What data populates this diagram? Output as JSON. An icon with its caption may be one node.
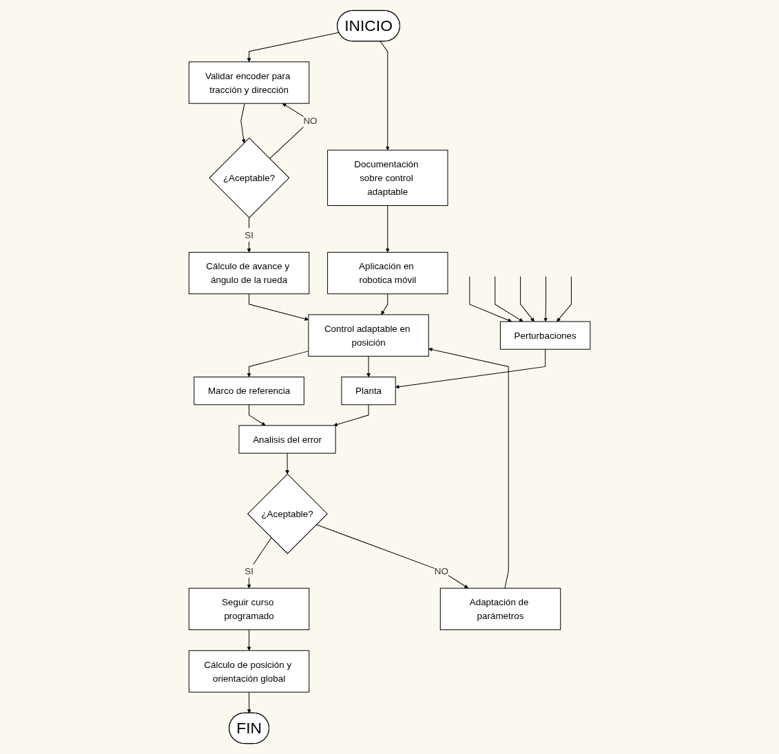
{
  "diagram": {
    "nodes": [
      {
        "text": [
          "INICIO"
        ]
      },
      {
        "text": [
          "Validar encoder para tracción y dirección"
        ]
      },
      {
        "text": [
          "Documentación sobre control adaptable"
        ]
      },
      {
        "text": [
          "¿Aceptable?"
        ]
      },
      {
        "text": [
          "Cálculo de avance y ángulo de la rueda"
        ]
      },
      {
        "text": [
          "Aplicación en robotica móvil"
        ]
      },
      {
        "text": [
          "Perturbaciones"
        ]
      },
      {
        "text": [
          "Control adaptable en posición"
        ]
      },
      {
        "text": [
          "Marco de referencia"
        ]
      },
      {
        "text": [
          "Planta"
        ]
      },
      {
        "text": [
          "Adaptación de parámetros"
        ]
      },
      {
        "text": [
          "Analisis del error"
        ]
      },
      {
        "text": [
          "¿Aceptable?"
        ]
      },
      {
        "text": [
          "Seguir curso programado"
        ]
      },
      {
        "text": [
          "Cálculo de posición y orientación global"
        ]
      },
      {
        "text": [
          "FIN"
        ]
      }
    ],
    "edges": [
      {
        "from": 0,
        "to": 1,
        "arrow": "to"
      },
      {
        "from": 0,
        "to": 2,
        "arrow": "to"
      },
      {
        "from": 1,
        "to": 3,
        "arrow": "to"
      },
      {
        "from": 3,
        "to": 1,
        "arrow": "to",
        "label": "NO"
      },
      {
        "from": 3,
        "to": 4,
        "arrow": "to",
        "label": "SI"
      },
      {
        "from": 2,
        "to": 5,
        "arrow": "to"
      },
      {
        "from": 4,
        "to": 7,
        "arrow": "to"
      },
      {
        "from": 5,
        "to": 7,
        "arrow": "to"
      },
      {
        "from": 7,
        "to": 8,
        "arrow": "to"
      },
      {
        "from": 7,
        "to": 9,
        "arrow": "to"
      },
      {
        "from": null,
        "to": 6,
        "arrow": "to"
      },
      {
        "from": null,
        "to": 6,
        "arrow": "to"
      },
      {
        "from": null,
        "to": 6,
        "arrow": "to"
      },
      {
        "from": null,
        "to": 6,
        "arrow": "to"
      },
      {
        "from": null,
        "to": 6,
        "arrow": "to"
      },
      {
        "from": 6,
        "to": 9,
        "arrow": "to"
      },
      {
        "from": 8,
        "to": 11,
        "arrow": "to"
      },
      {
        "from": 9,
        "to": 11,
        "arrow": "to"
      },
      {
        "from": 11,
        "to": 12,
        "arrow": "to"
      },
      {
        "from": 12,
        "to": 13,
        "arrow": "to",
        "label": "SI"
      },
      {
        "from": 12,
        "to": 10,
        "arrow": "to",
        "label": "NO"
      },
      {
        "from": 10,
        "to": 7,
        "arrow": "to"
      },
      {
        "from": 13,
        "to": 14,
        "arrow": "to"
      },
      {
        "from": 14,
        "to": 15,
        "arrow": "to"
      }
    ]
  }
}
